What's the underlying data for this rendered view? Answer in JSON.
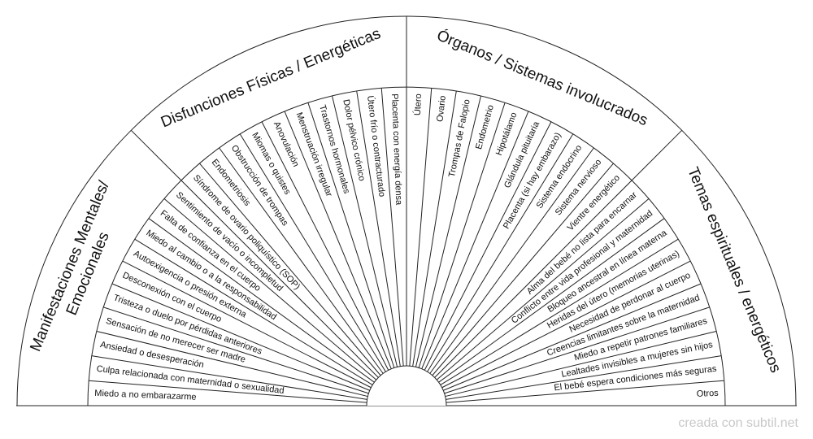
{
  "pendulum_chart": {
    "sections": [
      {
        "title": "Manifestaciones Mentales/ Emocionales",
        "title_lines": [
          "Manifestaciones Mentales/",
          "Emocionales"
        ],
        "items": [
          "Miedo a no embarazarme",
          "Culpa relacionada con maternidad o sexualidad",
          "Ansiedad o desesperación",
          "Sensación de no merecer ser madre",
          "Tristeza o duelo por pérdidas anteriores",
          "Desconexión con el cuerpo",
          "Autoexigencia o presión externa",
          "Miedo al cambio o a la responsabilidad",
          "Falta de confianza en el cuerpo",
          "Sentimiento de vacío o incompletud"
        ]
      },
      {
        "title": "Disfunciones Físicas / Energéticas",
        "title_lines": [
          "Disfunciones Físicas / Energéticas"
        ],
        "items": [
          "Síndrome de ovario poliquístico (SOP)",
          "Endometriosis",
          "Obstrucción de trompas",
          "Miomas o quistes",
          "Anovulación",
          "Menstruación irregular",
          "Trastornos hormonales",
          "Dolor pélvico crónico",
          "Útero frío o contracturado",
          "Placenta con energía densa"
        ]
      },
      {
        "title": "Órganos / Sistemas involucrados",
        "title_lines": [
          "Órganos / Sistemas involucrados"
        ],
        "items": [
          "Útero",
          "Ovario",
          "Trompas de Falopio",
          "Endometrio",
          "Hipotálamo",
          "Glándula pituitaria",
          "Placenta (si hay embarazo)",
          "Sistema endocrino",
          "Sistema nervioso",
          "Vientre energético"
        ]
      },
      {
        "title": "Temas espirituales / energéticos",
        "title_lines": [
          "Temas espirituales / energéticos"
        ],
        "items": [
          "Alma del bebé no lista para encarnar",
          "Conflicto entre vida profesional y maternidad",
          "Bloqueo ancestral en línea materna",
          "Heridas del útero (memorias uterinas)",
          "Necesidad de perdonar al cuerpo",
          "Creencias limitantes sobre la maternidad",
          "Miedo a repetir patrones familiares",
          "Lealtades invisibles a mujeres sin hijos",
          "El bebé espera condiciones más seguras",
          "Otros"
        ]
      }
    ]
  },
  "credit": "creada con subtil.net"
}
